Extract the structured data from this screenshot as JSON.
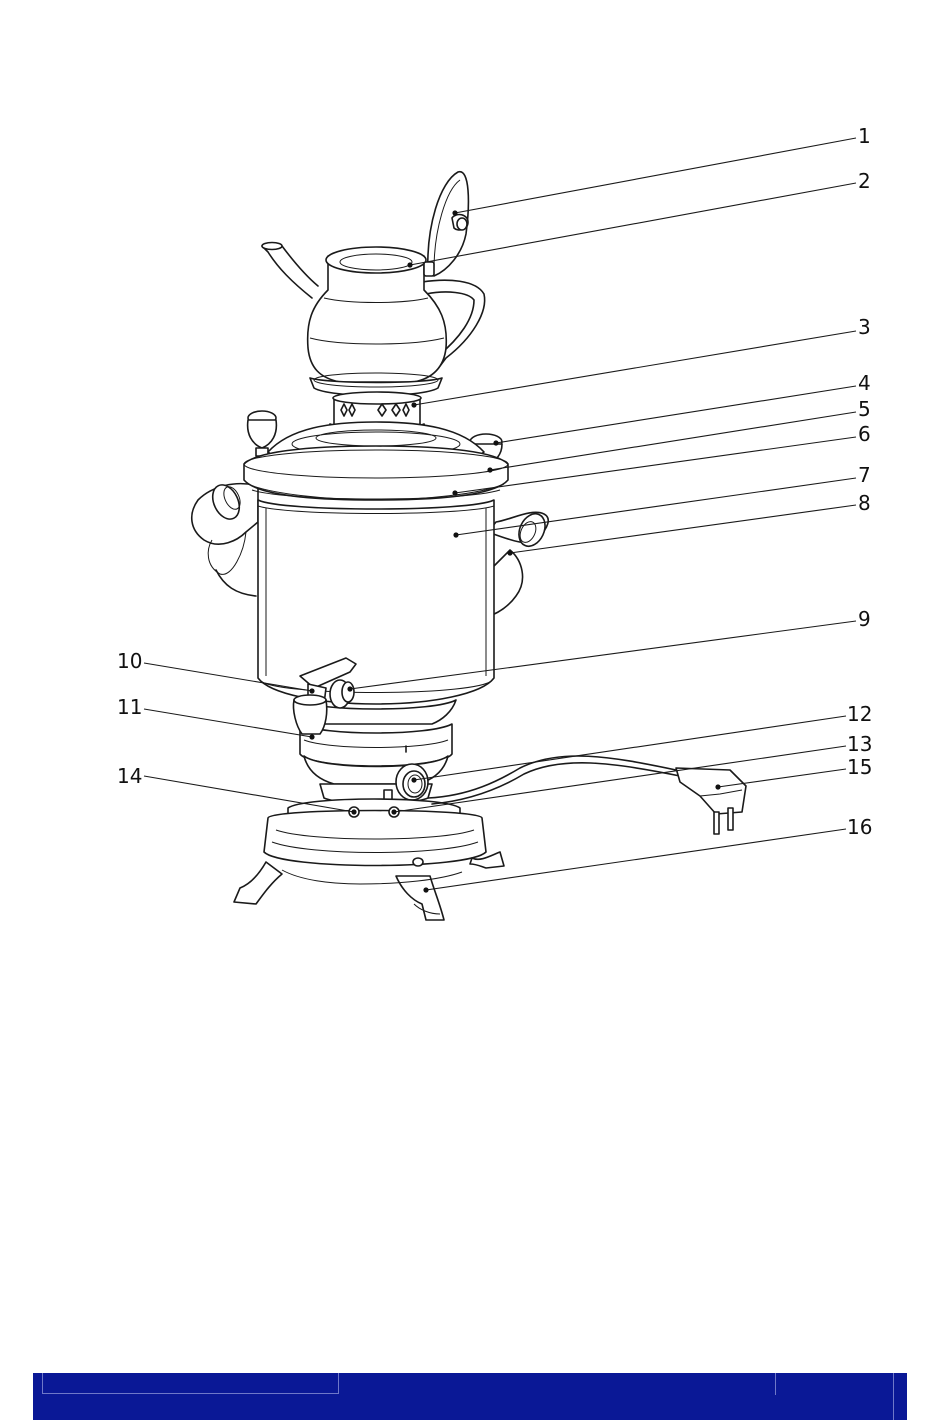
{
  "callouts": [
    {
      "label": "1"
    },
    {
      "label": "2"
    },
    {
      "label": "3"
    },
    {
      "label": "4"
    },
    {
      "label": "5"
    },
    {
      "label": "6"
    },
    {
      "label": "7"
    },
    {
      "label": "8"
    },
    {
      "label": "9"
    },
    {
      "label": "10"
    },
    {
      "label": "11"
    },
    {
      "label": "12"
    },
    {
      "label": "13"
    },
    {
      "label": "14"
    },
    {
      "label": "15"
    },
    {
      "label": "16"
    }
  ],
  "colors": {
    "line": "#1a1a1a",
    "footer": "#0a1896"
  }
}
